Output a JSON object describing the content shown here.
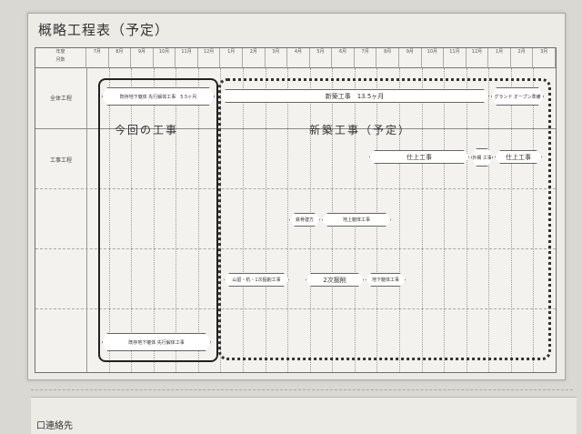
{
  "title": "概略工程表（予定）",
  "header": {
    "corner_top": "年度",
    "corner_bottom": "月数",
    "months": [
      "7月",
      "8月",
      "9月",
      "10月",
      "11月",
      "12月",
      "1月",
      "2月",
      "3月",
      "4月",
      "5月",
      "6月",
      "7月",
      "8月",
      "9月",
      "10月",
      "11月",
      "12月",
      "1月",
      "2月",
      "3月"
    ]
  },
  "rows": {
    "overall": "全体工程",
    "construction": "工事工程"
  },
  "labels": {
    "current_work": "今回の工事",
    "new_work": "新築工事（予定）"
  },
  "bars": {
    "demolition_top": "既存地下躯体 先行解体工事　5.5ヶ月",
    "new_building": "新築工事　13.5ヶ月",
    "grand_open": "グランド オープン準備",
    "finishing": "仕上工事",
    "exterior": "外構 工事",
    "finishing2": "仕上工事",
    "steel": "鉄骨建方",
    "above_ground": "地上躯体工事",
    "excavation": "山留・杭・1次掘削工事",
    "second_excavation": "2次掘削",
    "underground": "地下躯体工事",
    "demolition_bottom": "既存地下躯体 先行解体工事"
  },
  "contact": {
    "label": "口連絡先"
  }
}
